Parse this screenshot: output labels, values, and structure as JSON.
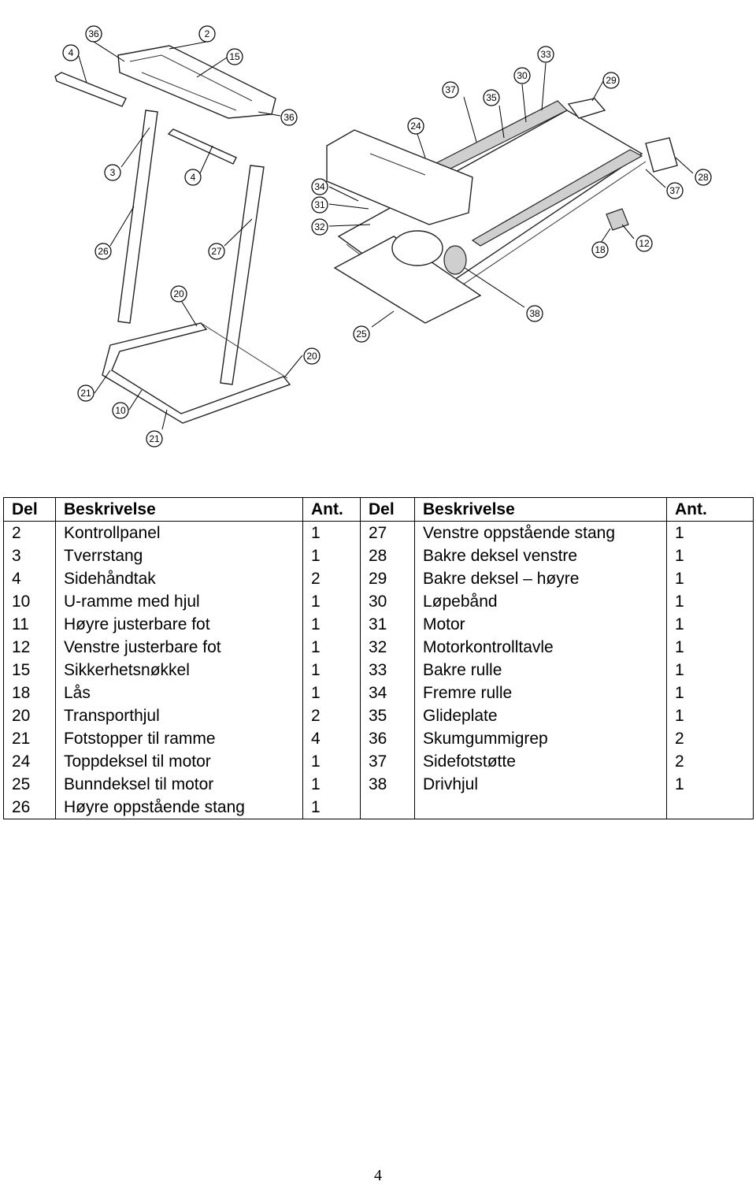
{
  "diagram": {
    "callouts": [
      "36",
      "2",
      "4",
      "15",
      "36",
      "3",
      "4",
      "26",
      "27",
      "20",
      "20",
      "21",
      "10",
      "21",
      "33",
      "30",
      "29",
      "37",
      "35",
      "24",
      "34",
      "31",
      "32",
      "28",
      "37",
      "18",
      "12",
      "38",
      "25"
    ]
  },
  "table": {
    "headers": [
      "Del",
      "Beskrivelse",
      "Ant.",
      "Del",
      "Beskrivelse",
      "Ant."
    ],
    "rows": [
      [
        "2",
        "Kontrollpanel",
        "1",
        "27",
        "Venstre oppstående stang",
        "1"
      ],
      [
        "3",
        "Tverrstang",
        "1",
        "28",
        "Bakre deksel venstre",
        "1"
      ],
      [
        "4",
        "Sidehåndtak",
        "2",
        "29",
        "Bakre deksel – høyre",
        "1"
      ],
      [
        "10",
        "U-ramme med hjul",
        "1",
        "30",
        "Løpebånd",
        "1"
      ],
      [
        "11",
        "Høyre justerbare fot",
        "1",
        "31",
        "Motor",
        "1"
      ],
      [
        "12",
        "Venstre justerbare fot",
        "1",
        "32",
        "Motorkontrolltavle",
        "1"
      ],
      [
        "15",
        "Sikkerhetsnøkkel",
        "1",
        "33",
        "Bakre rulle",
        "1"
      ],
      [
        "18",
        "Lås",
        "1",
        "34",
        "Fremre rulle",
        "1"
      ],
      [
        "20",
        "Transporthjul",
        "2",
        "35",
        "Glideplate",
        "1"
      ],
      [
        "21",
        "Fotstopper til ramme",
        "4",
        "36",
        "Skumgummigrep",
        "2"
      ],
      [
        "24",
        "Toppdeksel til motor",
        "1",
        "37",
        "Sidefotstøtte",
        "2"
      ],
      [
        "25",
        "Bunndeksel til motor",
        "1",
        "38",
        "Drivhjul",
        "1"
      ],
      [
        "26",
        "Høyre oppstående stang",
        "1",
        "",
        "",
        ""
      ]
    ]
  },
  "page_number": "4"
}
